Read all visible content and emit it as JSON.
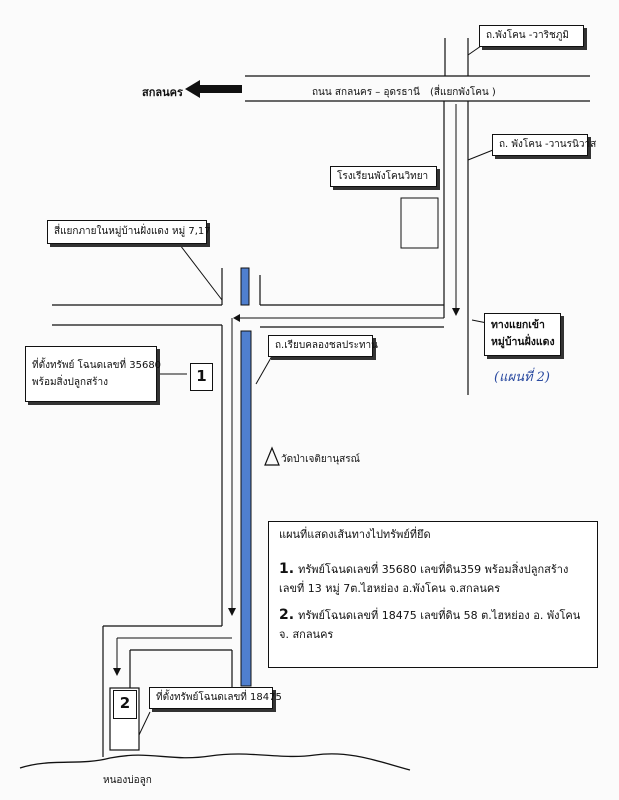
{
  "labels": {
    "city": "สกลนคร",
    "main_road": "ถนน สกลนคร – อุดรธานี",
    "main_road_junction": "(สี่แยกพังโคน )",
    "road_wari": "ถ.พังโคน -วาริชภูมิ",
    "road_wanon": "ถ. พังโคน -วานรนิวาส",
    "school": "โรงเรียนพังโคนวิทยา",
    "village_junction": "สี่แยกภายในหมู่บ้านฝั่งแดง หมู่ 7,17",
    "entrance_line1": "ทางแยกเข้า",
    "entrance_line2": "หมู่บ้านฝั่งแดง",
    "entrance_note": "(แผนที่ 2)",
    "canal_road": "ถ.เรียบคลองชลประทาน",
    "prop1_line1": "ที่ตั้งทรัพย์ โฉนดเลขที่ 35680",
    "prop1_line2": "พร้อมสิ่งปลูกสร้าง",
    "marker1": "1",
    "temple": "วัดป่าเจติยานุสรณ์",
    "prop2": "ที่ตั้งทรัพย์โฉนดเลขที่ 18475",
    "marker2": "2",
    "pond": "หนองบ่อลูก"
  },
  "legend": {
    "title": "แผนที่แสดงเส้นทางไปทรัพย์ที่ยึด",
    "item1_num": "1.",
    "item1": "ทรัพย์โฉนดเลขที่  35680 เลขที่ดิน359  พร้อมสิ่งปลูกสร้าง  เลขที่ 13 หมู่ 7ต.ไฮหย่อง  อ.พังโคน  จ.สกลนคร",
    "item2_num": "2.",
    "item2": "ทรัพย์โฉนดเลขที่ 18475  เลขที่ดิน 58  ต.ไฮหย่อง  อ. พังโคน  จ. สกลนคร"
  },
  "colors": {
    "canal": "#4f7fcf",
    "ink": "#111111",
    "handwriting": "#2a4aa0"
  }
}
